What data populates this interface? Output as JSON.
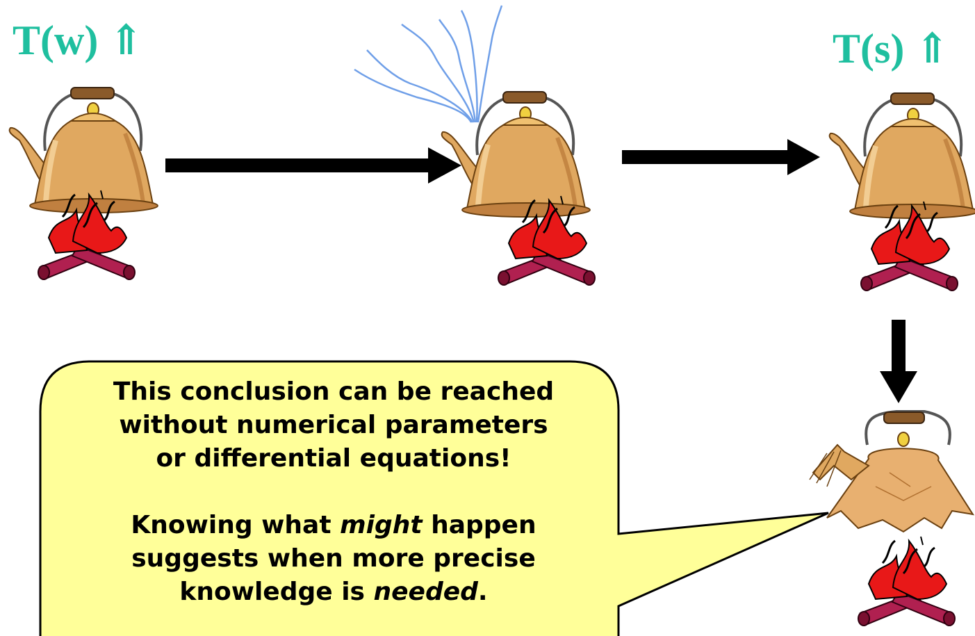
{
  "labels": {
    "water_temp": {
      "text": "T(w)",
      "arrow": "⇑"
    },
    "steam_temp": {
      "text": "T(s)",
      "arrow": "⇑"
    }
  },
  "callout": {
    "line1": "This conclusion can be reached",
    "line2": "without numerical parameters",
    "line3": "or differential equations!",
    "line4_pre": "Knowing what ",
    "line4_em": "might",
    "line4_post": " happen",
    "line5": "suggests when more precise",
    "line6_pre": "knowledge is ",
    "line6_em": "needed",
    "line6_post": "."
  },
  "colors": {
    "label": "#1fbf9f",
    "callout_fill": "#ffff99",
    "kettle": "#e0a860",
    "kettle_dark": "#b07030",
    "flame": "#e81818",
    "log": "#b02050",
    "steam": "#6f9fe8",
    "arrow": "#000000"
  }
}
